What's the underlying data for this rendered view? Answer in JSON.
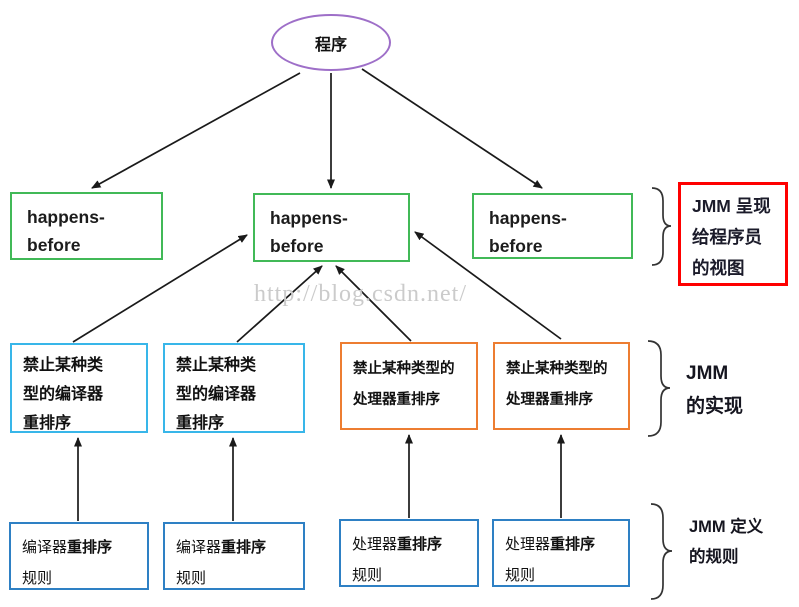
{
  "colors": {
    "ellipse_border": "#9e6fc8",
    "happens_before_border": "#41b957",
    "compiler_impl_border": "#38b6e9",
    "processor_impl_border": "#ed7d31",
    "rule_box_border": "#2e80c4",
    "view_box_border": "#fe0000",
    "arrow": "#1a1a1a",
    "watermark": "#cbcbcb"
  },
  "ellipse": {
    "label": "程序"
  },
  "happens_before": [
    {
      "line1": "happens-",
      "line2": "before"
    },
    {
      "line1": "happens-",
      "line2": "before"
    },
    {
      "line1": "happens-",
      "line2": "before"
    }
  ],
  "impl": {
    "compiler": [
      {
        "lines": [
          "禁止某种类",
          "型的编译器",
          "重排序"
        ]
      },
      {
        "lines": [
          "禁止某种类",
          "型的编译器",
          "重排序"
        ]
      }
    ],
    "processor": [
      {
        "lines": [
          "禁止某种类型的",
          "处理器重排序"
        ]
      },
      {
        "lines": [
          "禁止某种类型的",
          "处理器重排序"
        ]
      }
    ]
  },
  "rules": {
    "compiler": [
      {
        "pre": "编译器",
        "bold": "重排序",
        "line2": "规则"
      },
      {
        "pre": "编译器",
        "bold": "重排序",
        "line2": "规则"
      }
    ],
    "processor": [
      {
        "pre": "处理器",
        "bold": "重排序",
        "line2": "规则"
      },
      {
        "pre": "处理器",
        "bold": "重排序",
        "line2": "规则"
      }
    ]
  },
  "annotations": {
    "view": {
      "lines": [
        "JMM 呈现",
        "给程序员",
        "的视图"
      ]
    },
    "impl": {
      "lines": [
        "JMM",
        "的实现"
      ]
    },
    "rules": {
      "lines": [
        "JMM 定义",
        "的规则"
      ]
    }
  },
  "watermark": "http://blog.csdn.net/"
}
